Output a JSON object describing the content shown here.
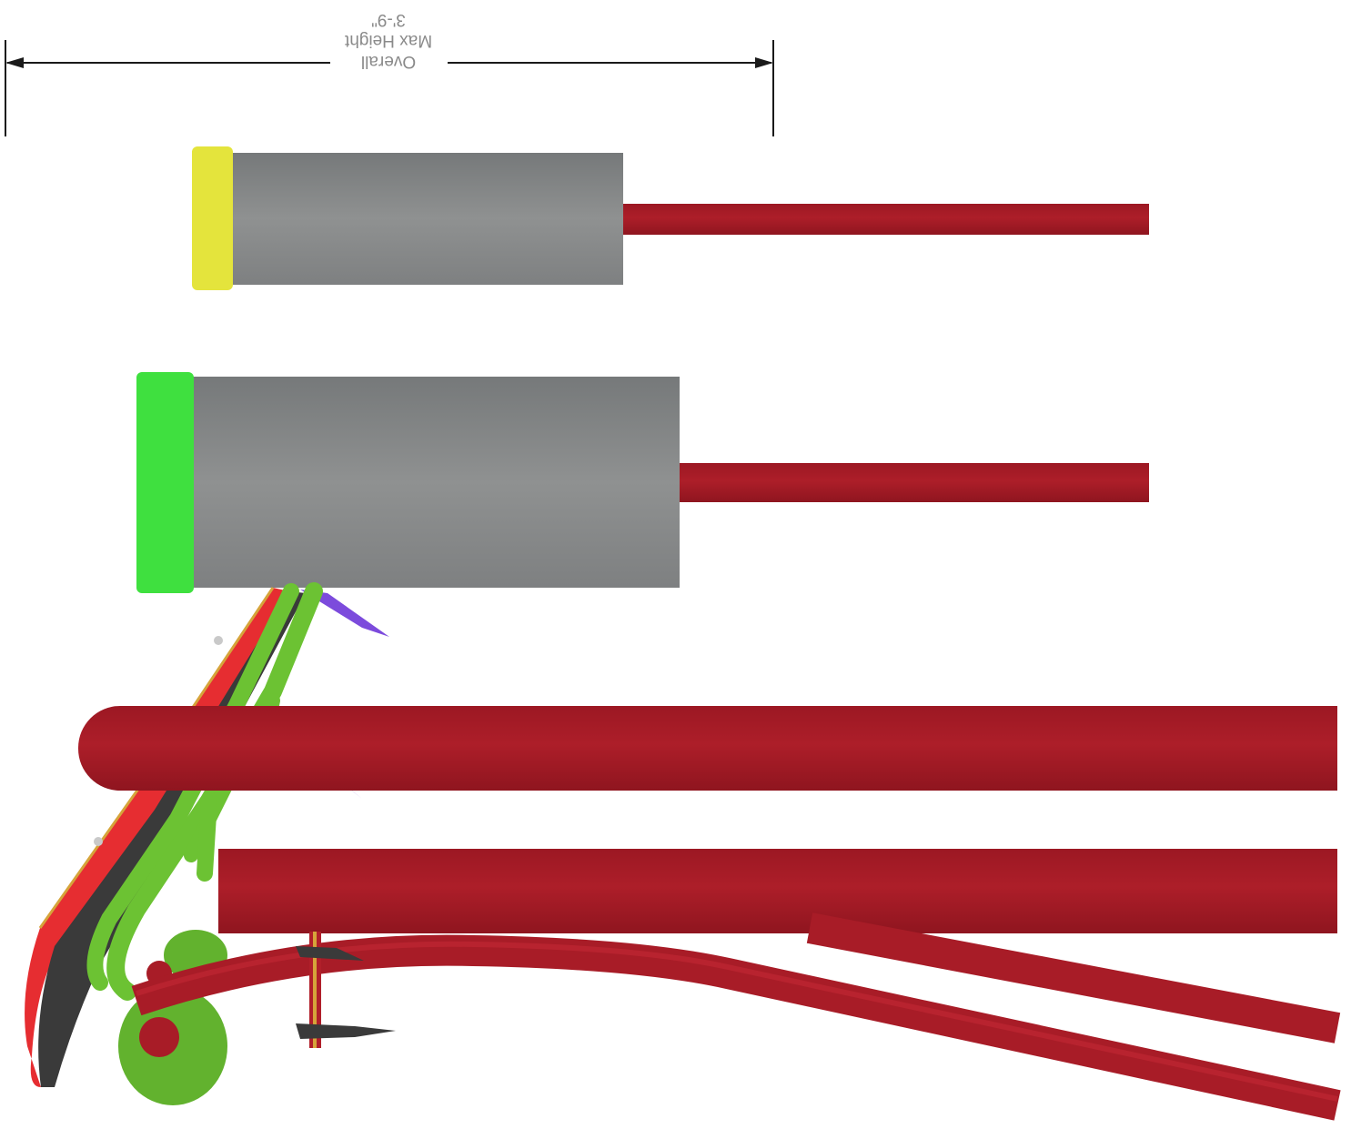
{
  "dimension": {
    "label_line1": "Overall",
    "label_line2": "Max Height",
    "value": "3'-9\""
  },
  "colors": {
    "frame_red": "#a81c27",
    "frame_red_dark": "#7d1119",
    "cylinder_gray": "#8b8d8d",
    "cap_yellow": "#e4e43c",
    "cap_green": "#3fe03f",
    "tube_green": "#6cc233",
    "panel_red": "#e62d31",
    "panel_dark": "#3a3a3a",
    "fin_purple": "#7c4bdc",
    "dimension_line": "#1a1a1a",
    "dimension_text": "#8a8a8a"
  },
  "orientation": "rotated 180 degrees"
}
